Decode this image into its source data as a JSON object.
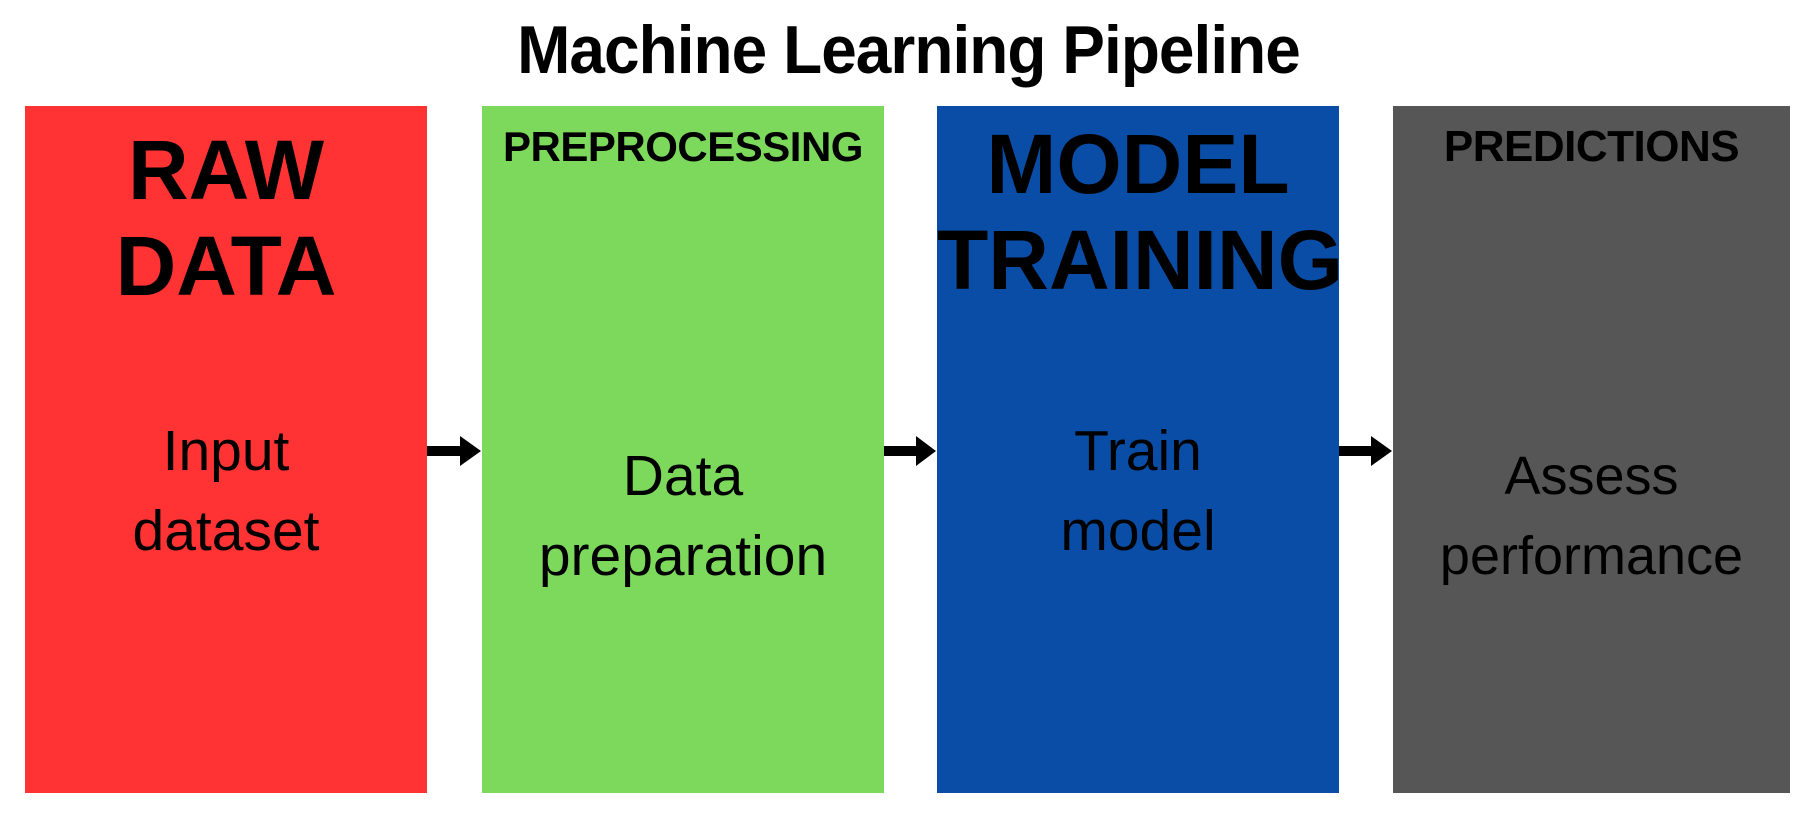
{
  "title": "Machine Learning Pipeline",
  "colors": {
    "background": "#ffffff",
    "text": "#000000",
    "stage_raw_data": "#FF3333",
    "stage_preprocessing": "#7CD95C",
    "stage_model_training": "#0A4DA6",
    "stage_predictions": "#565656",
    "arrow": "#000000"
  },
  "stages": [
    {
      "header": "RAW\nDATA",
      "description": "Input\ndataset",
      "color": "#FF3333"
    },
    {
      "header": "PREPROCESSING",
      "description": "Data\npreparation",
      "color": "#7CD95C"
    },
    {
      "header": "MODEL\nTRAINING",
      "description": "Train\nmodel",
      "color": "#0A4DA6"
    },
    {
      "header": "PREDICTIONS",
      "description": "Assess\nperformance",
      "color": "#565656"
    }
  ],
  "arrows": [
    {
      "direction": "right"
    },
    {
      "direction": "right"
    },
    {
      "direction": "right"
    }
  ]
}
